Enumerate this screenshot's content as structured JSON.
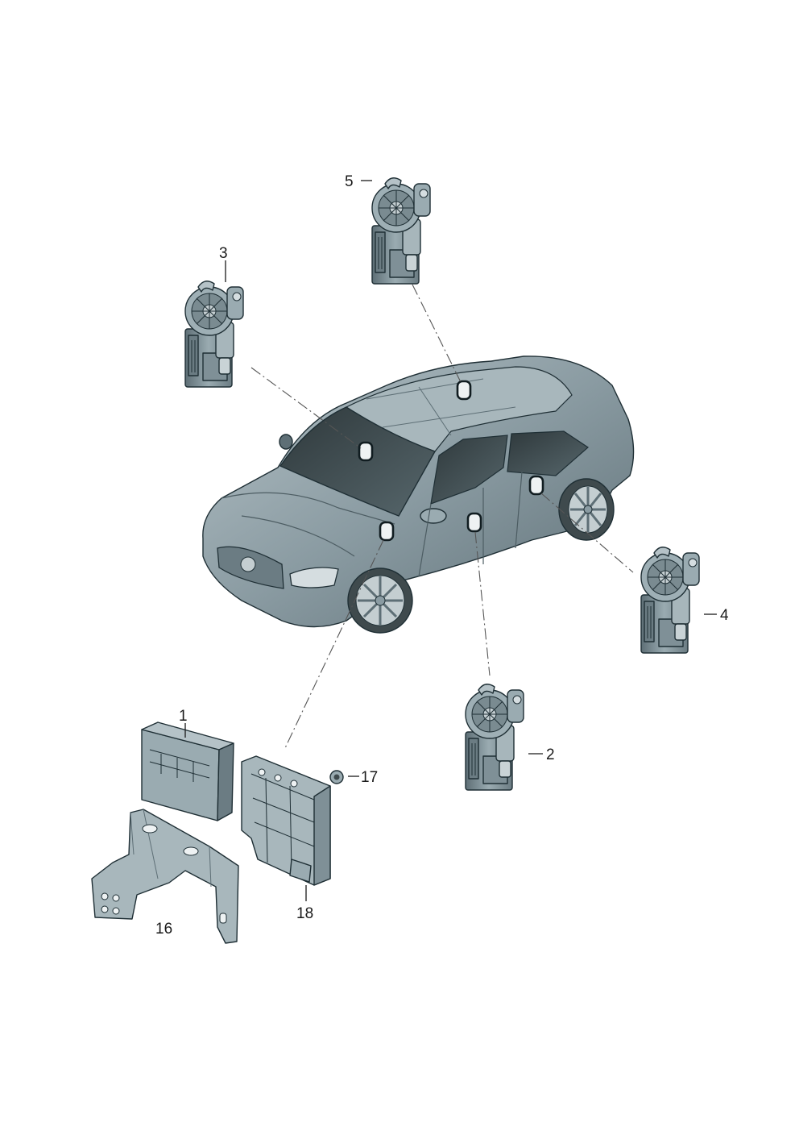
{
  "callouts": {
    "c1": "1",
    "c2": "2",
    "c3": "3",
    "c4": "4",
    "c5": "5",
    "c16": "16",
    "c17": "17",
    "c18": "18"
  },
  "colors": {
    "part_fill": "#8a9ba2",
    "part_light": "#b5c2c7",
    "part_dark": "#5e6f76",
    "glass": "#3f4a4d",
    "outline": "#1f2f35"
  },
  "icons": {
    "location_marker": "rounded-square-marker"
  }
}
